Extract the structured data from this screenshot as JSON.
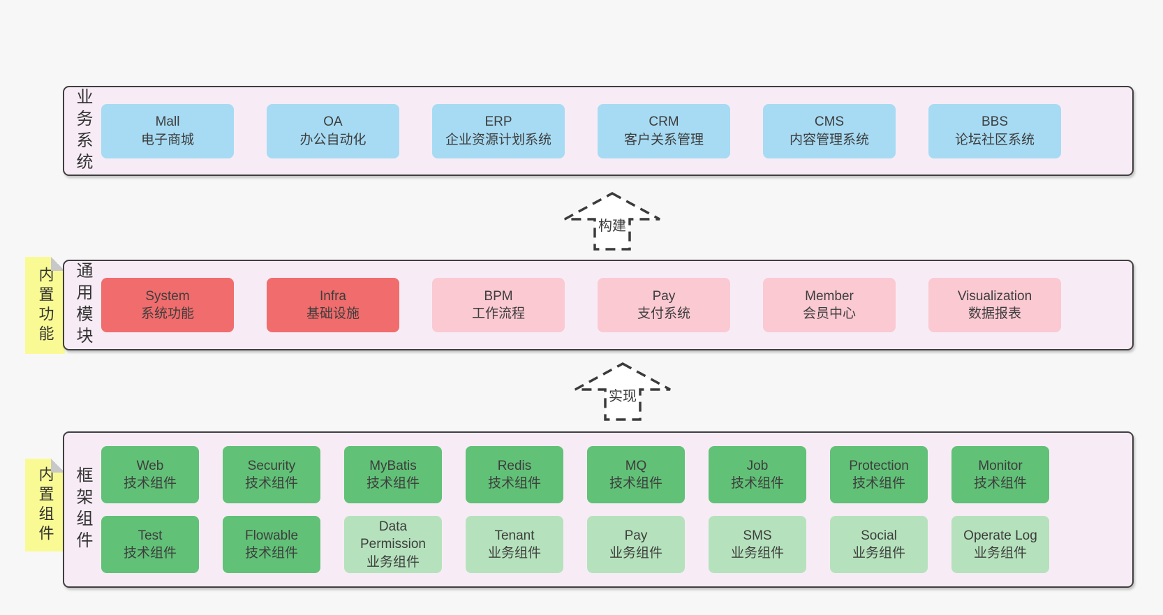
{
  "colors": {
    "page_bg": "#f7f7f7",
    "band_bg": "#f7ecf5",
    "band_border": "#3f3f3f",
    "blue": "#a7dbf3",
    "red": "#f16c6c",
    "pink": "#fbc9d2",
    "green_dark": "#61c177",
    "green_light": "#b5e2bc",
    "sticky_yellow": "#fafa94",
    "fold_gray": "#c8c8c8",
    "text": "#3d3d3d",
    "arrow_stroke": "#3b3b3b",
    "arrow_fill": "#ffffff"
  },
  "bands": [
    {
      "label": "业务系统",
      "boxes": [
        {
          "name": "Mall",
          "desc": "电子商城",
          "color": "blue"
        },
        {
          "name": "OA",
          "desc": "办公自动化",
          "color": "blue"
        },
        {
          "name": "ERP",
          "desc": "企业资源计划系统",
          "color": "blue"
        },
        {
          "name": "CRM",
          "desc": "客户关系管理",
          "color": "blue"
        },
        {
          "name": "CMS",
          "desc": "内容管理系统",
          "color": "blue"
        },
        {
          "name": "BBS",
          "desc": "论坛社区系统",
          "color": "blue"
        }
      ]
    },
    {
      "label": "通用模块",
      "sticky": "内置功能",
      "boxes": [
        {
          "name": "System",
          "desc": "系统功能",
          "color": "red"
        },
        {
          "name": "Infra",
          "desc": "基础设施",
          "color": "red"
        },
        {
          "name": "BPM",
          "desc": "工作流程",
          "color": "pink"
        },
        {
          "name": "Pay",
          "desc": "支付系统",
          "color": "pink"
        },
        {
          "name": "Member",
          "desc": "会员中心",
          "color": "pink"
        },
        {
          "name": "Visualization",
          "desc": "数据报表",
          "color": "pink"
        }
      ]
    },
    {
      "label": "框架组件",
      "sticky": "内置组件",
      "boxes": [
        {
          "name": "Web",
          "desc": "技术组件",
          "color": "green_dark"
        },
        {
          "name": "Security",
          "desc": "技术组件",
          "color": "green_dark"
        },
        {
          "name": "MyBatis",
          "desc": "技术组件",
          "color": "green_dark"
        },
        {
          "name": "Redis",
          "desc": "技术组件",
          "color": "green_dark"
        },
        {
          "name": "MQ",
          "desc": "技术组件",
          "color": "green_dark"
        },
        {
          "name": "Job",
          "desc": "技术组件",
          "color": "green_dark"
        },
        {
          "name": "Protection",
          "desc": "技术组件",
          "color": "green_dark"
        },
        {
          "name": "Monitor",
          "desc": "技术组件",
          "color": "green_dark"
        },
        {
          "name": "Test",
          "desc": "技术组件",
          "color": "green_dark"
        },
        {
          "name": "Flowable",
          "desc": "技术组件",
          "color": "green_dark"
        },
        {
          "name": "Data Permission",
          "desc": "业务组件",
          "color": "green_light"
        },
        {
          "name": "Tenant",
          "desc": "业务组件",
          "color": "green_light"
        },
        {
          "name": "Pay",
          "desc": "业务组件",
          "color": "green_light"
        },
        {
          "name": "SMS",
          "desc": "业务组件",
          "color": "green_light"
        },
        {
          "name": "Social",
          "desc": "业务组件",
          "color": "green_light"
        },
        {
          "name": "Operate Log",
          "desc": "业务组件",
          "color": "green_light"
        }
      ]
    }
  ],
  "arrows": [
    {
      "label": "构建"
    },
    {
      "label": "实现"
    }
  ]
}
